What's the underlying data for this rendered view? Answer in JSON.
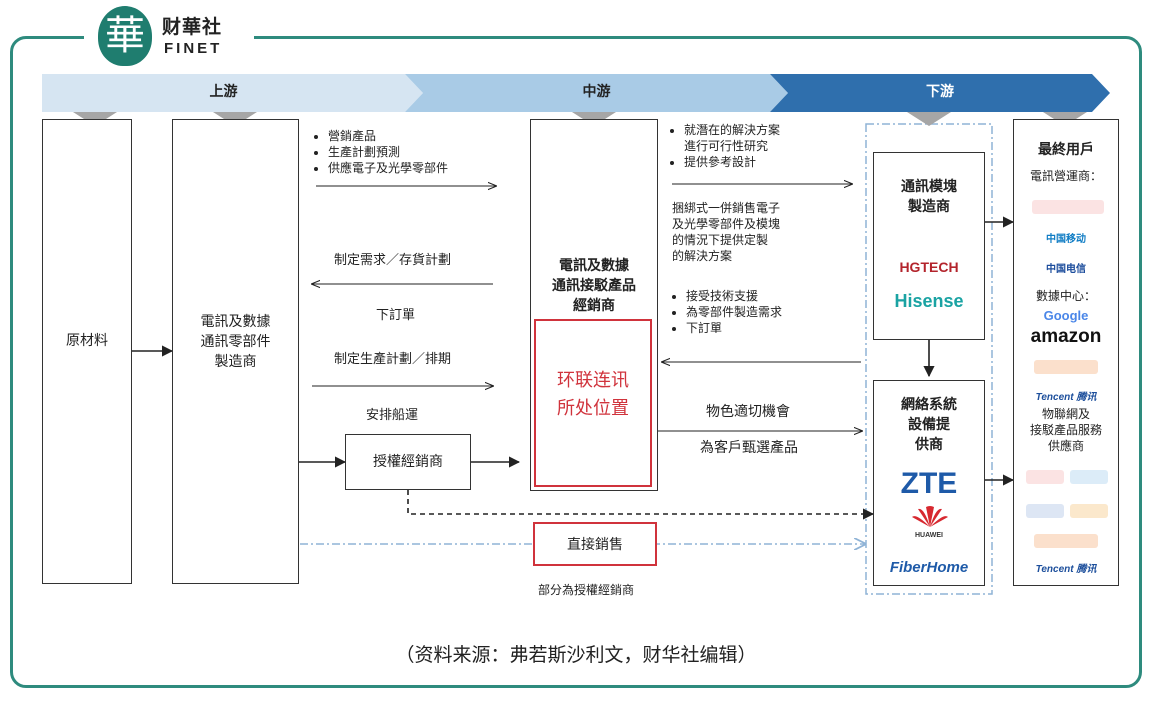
{
  "brand": {
    "mark": "華",
    "name_cn": "财華社",
    "name_en": "FINET"
  },
  "stages": {
    "upstream": "上游",
    "midstream": "中游",
    "downstream": "下游"
  },
  "boxes": {
    "raw_materials": "原材料",
    "component_maker": [
      "電訊及數據",
      "通訊零部件",
      "製造商"
    ],
    "authorized_dealer": "授權經銷商",
    "distributor": [
      "電訊及數據",
      "通訊接駁產品",
      "經銷商"
    ],
    "highlight": [
      "环联连讯",
      "所处位置"
    ],
    "module_maker": [
      "通訊模塊",
      "製造商"
    ],
    "equipment_provider": [
      "網絡系統",
      "設備提",
      "供商"
    ],
    "direct_sales": "直接銷售"
  },
  "notes": {
    "upstream_top": [
      "營銷產品",
      "生產計劃預測",
      "供應電子及光學零部件"
    ],
    "demand_plan": "制定需求／存貨計劃",
    "place_order": "下訂單",
    "production_plan": "制定生產計劃／排期",
    "shipping": "安排船運",
    "mid_top": [
      "就潛在的解決方案",
      "進行可行性研究",
      "提供參考設計"
    ],
    "mid_mid": "捆綁式一併銷售電子及光學零部件及模塊的情況下提供定製的解決方案",
    "mid_mid_lines": [
      "捆綁式一併銷售電子",
      "及光學零部件及模塊",
      "的情況下提供定製",
      "的解決方案"
    ],
    "mid_bottom": [
      "接受技術支援",
      "為零部件製造需求",
      "下訂單"
    ],
    "opportunity": "物色適切機會",
    "select_products": "為客戶甄選產品",
    "partial_dealer": "部分為授權經銷商"
  },
  "end_users": {
    "title": "最終用戶",
    "telecom": "電訊營運商：",
    "datacenter": "數據中心：",
    "iot": [
      "物聯網及",
      "接駁產品服務",
      "供應商"
    ],
    "logos": {
      "google": "Google",
      "amazon": "amazon",
      "tencent": "Tencent 腾讯",
      "tencent2": "Tencent 腾讯",
      "china_mobile": "中国移动",
      "china_telecom": "中国电信"
    }
  },
  "module_logos": {
    "hgtech": "HGTECH",
    "hisense": "Hisense"
  },
  "equipment_logos": {
    "zte": "ZTE",
    "huawei": "HUAWEI",
    "fiberhome": "FiberHome"
  },
  "source": "（资料来源：弗若斯沙利文，财华社编辑）",
  "colors": {
    "frame": "#2e8b7e",
    "upstream": "#d6e5f2",
    "midstream": "#a9cbe6",
    "downstream": "#2f6fad",
    "red": "#d0333c"
  }
}
